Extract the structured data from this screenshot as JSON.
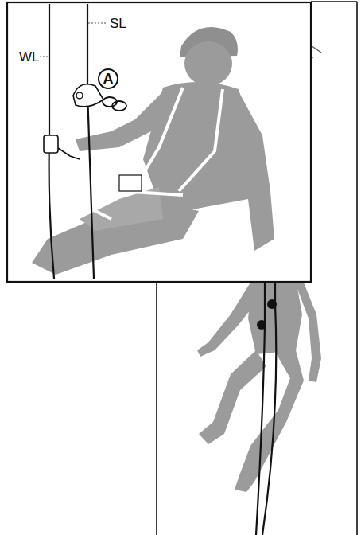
{
  "diagram": {
    "labels": [
      "WL",
      "SL",
      "A"
    ]
  }
}
